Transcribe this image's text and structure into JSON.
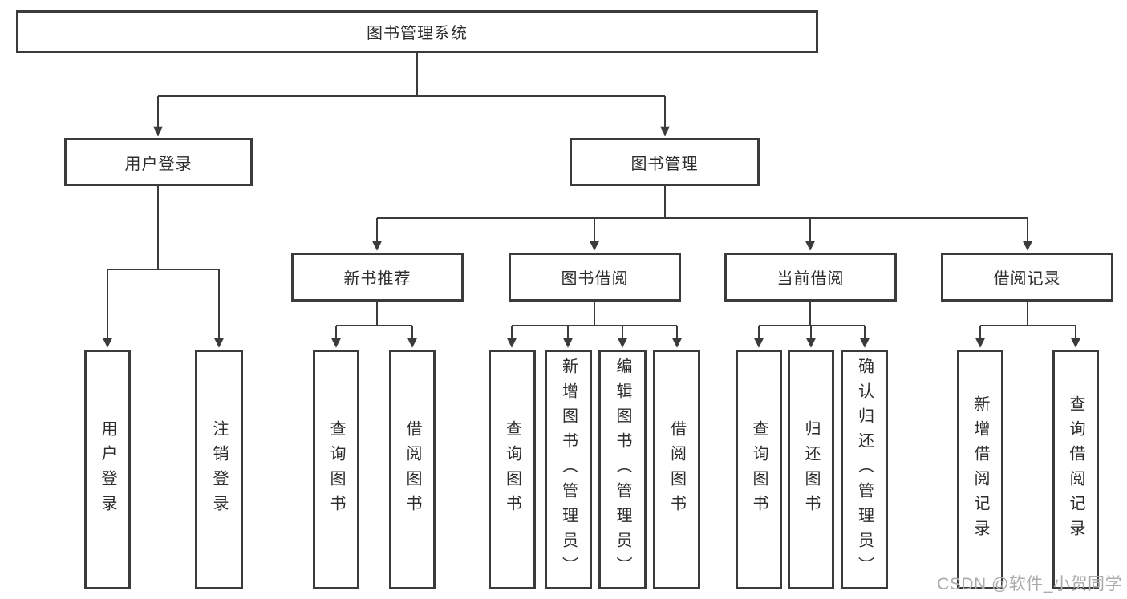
{
  "diagram": {
    "title": "图书管理系统",
    "root": {
      "label": "图书管理系统"
    },
    "level2": [
      {
        "label": "用户登录"
      },
      {
        "label": "图书管理"
      }
    ],
    "level3": [
      {
        "label": "新书推荐"
      },
      {
        "label": "图书借阅"
      },
      {
        "label": "当前借阅"
      },
      {
        "label": "借阅记录"
      }
    ],
    "leaves": {
      "user_login": [
        "用户登录",
        "注销登录"
      ],
      "new_book": [
        "查询图书",
        "借阅图书"
      ],
      "book_borrow": [
        "查询图书",
        "新增图书（管理员）",
        "编辑图书（管理员）",
        "借阅图书"
      ],
      "current_borrow": [
        "查询图书",
        "归还图书",
        "确认归还（管理员）"
      ],
      "borrow_record": [
        "新增借阅记录",
        "查询借阅记录"
      ]
    }
  },
  "watermark": {
    "text": "CSDN @软件_小贺同学",
    "color": "#ababab"
  },
  "colors": {
    "line": "#3b3b3b",
    "text": "#2d2d2d",
    "background": "#ffffff"
  }
}
